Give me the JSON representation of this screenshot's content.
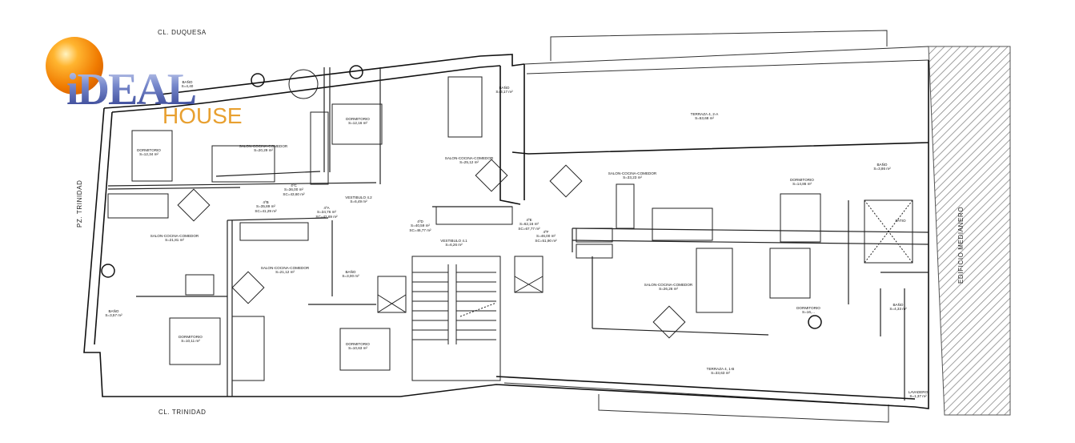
{
  "logo": {
    "brand_top": "iDEAL",
    "brand_bottom": "HOUSE",
    "colors": {
      "ball": "#f08a10",
      "ideal": "#3f4fa0",
      "house": "#e8a030"
    }
  },
  "streets": {
    "top": "CL. DUQUESA",
    "bottom": "CL. TRINIDAD",
    "left": "PZ. TRINIDAD",
    "right": "EDIFICIO MEDIANERO"
  },
  "rooms": [
    {
      "name": "BAÑO",
      "area": "S=4,40"
    },
    {
      "name": "DORMITORIO",
      "area": "S=12,16 m²"
    },
    {
      "name": "BAÑO",
      "area": "S=3,17 m²"
    },
    {
      "name": "DORMITORIO",
      "area": "S=12,34 m²"
    },
    {
      "name": "SALON-COCINA-COMEDOR",
      "area": "S=20,29 m²"
    },
    {
      "name": "SALON-COCINA-COMEDOR",
      "area": "S=25,12 m²"
    },
    {
      "name": "TERRAZA 4, 2-A",
      "area": "S=53,68 m²"
    },
    {
      "name": "SALON-COCINA-COMEDOR",
      "area": "S=33,23 m²"
    },
    {
      "name": "DORMITORIO",
      "area": "S=14,86 m²"
    },
    {
      "name": "BAÑO",
      "area": "S=3,86 m²"
    },
    {
      "name": "PATIO",
      "area": ""
    },
    {
      "name": "VESTIBULO 4.2",
      "area": "S=6,49 m²"
    },
    {
      "name": "VESTIBULO 4.1",
      "area": "S=6,26 m²"
    },
    {
      "name": "SALON-COCINA-COMEDOR",
      "area": "S=21,81 m²"
    },
    {
      "name": "SALON-COCINA-COMEDOR",
      "area": "S=21,12 m²"
    },
    {
      "name": "SALON-COCINA-COMEDOR",
      "area": "S=26,26 m²"
    },
    {
      "name": "BAÑO",
      "area": "S=3,57 m²"
    },
    {
      "name": "BAÑO",
      "area": "S=3,00 m²"
    },
    {
      "name": "DORMITORIO",
      "area": "S=10,11 m²"
    },
    {
      "name": "DORMITORIO",
      "area": "S=10,63 m²"
    },
    {
      "name": "DORMITORIO",
      "area": "S=16,..."
    },
    {
      "name": "BAÑO",
      "area": "S=4,33 m²"
    },
    {
      "name": "TERRAZA 4, 1-B",
      "area": "S=33,63 m²"
    },
    {
      "name": "LAVADERO",
      "area": "S=1,37 m²"
    }
  ],
  "units": [
    {
      "name": "4ºB",
      "s": "S=35,89 m²",
      "sc": "SC=41,29 m²"
    },
    {
      "name": "4ºC",
      "s": "S=36,00 m²",
      "sc": "SC=43,60 m²"
    },
    {
      "name": "4ºA",
      "s": "S=34,76 m²",
      "sc": "SC=42,69 m²"
    },
    {
      "name": "4ºD",
      "s": "S=40,59 m²",
      "sc": "SC=46,77 m²"
    },
    {
      "name": "4ºE",
      "s": "S=62,16 m²",
      "sc": "SC=67,77 m²"
    },
    {
      "name": "4ºF",
      "s": "S=46,00 m²",
      "sc": "SC=51,90 m²"
    }
  ]
}
